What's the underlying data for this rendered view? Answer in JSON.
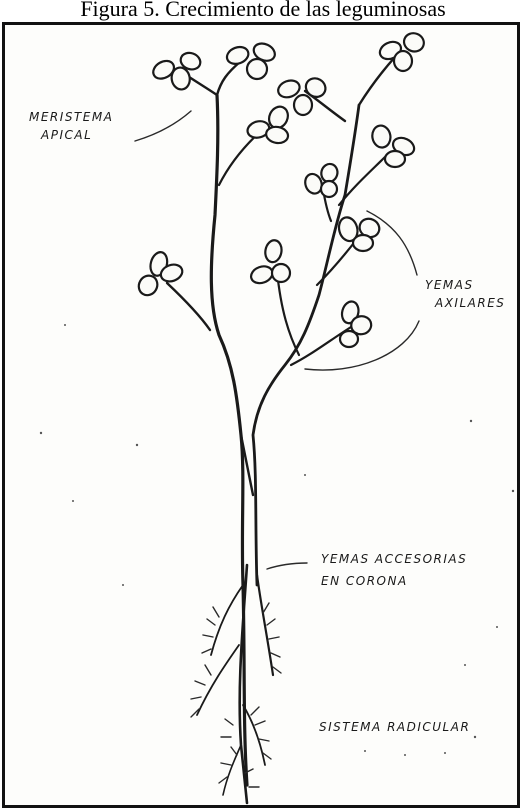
{
  "figure": {
    "caption": "Figura 5.  Crecimiento de las leguminosas"
  },
  "labels": {
    "meristema_line1": "MERISTEMA",
    "meristema_line2": "APICAL",
    "yemas_axilares_line1": "YEMAS",
    "yemas_axilares_line2": "AXILARES",
    "yemas_accesorias_line1": "YEMAS ACCESORIAS",
    "yemas_accesorias_line2": "EN  CORONA",
    "sistema_radicular": "SISTEMA RADICULAR"
  }
}
